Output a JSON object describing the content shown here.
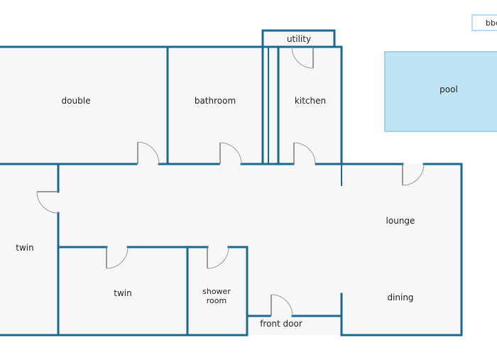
{
  "colors": {
    "wall": "#1b6a8e",
    "floor": "#f7f7f7",
    "pool": "#bfe4f6",
    "door": "#7a7a7a"
  },
  "rooms": {
    "double": "double",
    "bathroom": "bathroom",
    "utility": "utility",
    "kitchen": "kitchen",
    "twin_left": "twin",
    "twin_center": "twin",
    "shower_line1": "shower",
    "shower_line2": "room",
    "lounge": "lounge",
    "dining": "dining",
    "front_door": "front door"
  },
  "outdoor": {
    "pool": "pool",
    "bbq": "bbq"
  }
}
